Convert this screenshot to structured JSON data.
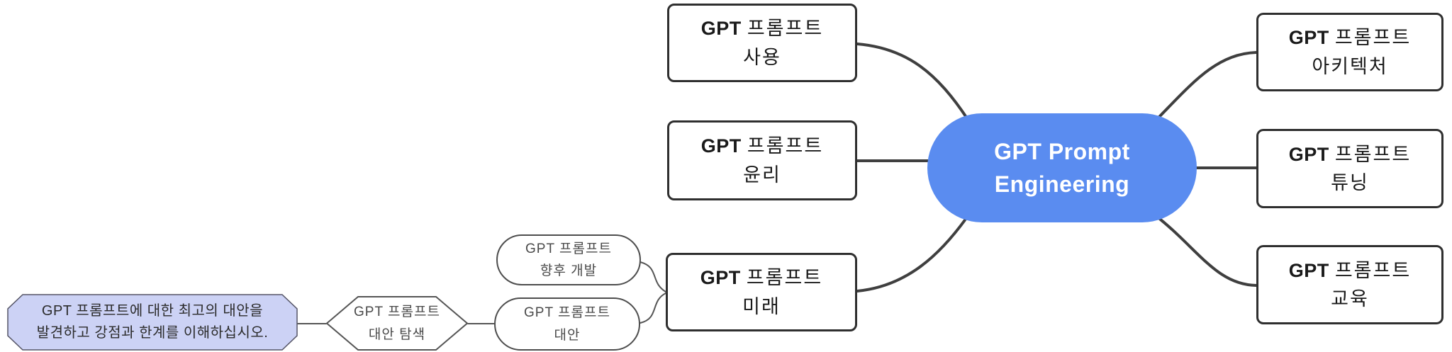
{
  "colors": {
    "center_fill": "#5a8cf0",
    "center_text": "#ffffff",
    "note_fill": "#ccd2f5",
    "edge_primary": "#3f3f3f",
    "edge_secondary": "#555555",
    "box_border": "#2f2f2f",
    "small_border": "#4d4d4d"
  },
  "center": {
    "line1": "GPT Prompt",
    "line2": "Engineering"
  },
  "branches": {
    "usage": {
      "gpt": "GPT",
      "topic": "프롬프트",
      "label": "사용"
    },
    "ethics": {
      "gpt": "GPT",
      "topic": "프롬프트",
      "label": "윤리"
    },
    "future": {
      "gpt": "GPT",
      "topic": "프롬프트",
      "label": "미래"
    },
    "architecture": {
      "gpt": "GPT",
      "topic": "프롬프트",
      "label": "아키텍처"
    },
    "tuning": {
      "gpt": "GPT",
      "topic": "프롬프트",
      "label": "튜닝"
    },
    "education": {
      "gpt": "GPT",
      "topic": "프롬프트",
      "label": "교육"
    }
  },
  "subnodes": {
    "future_dev": {
      "line1": "GPT 프롬프트",
      "line2": "향후 개발"
    },
    "alternatives": {
      "line1": "GPT 프롬프트",
      "line2": "대안"
    },
    "explore": {
      "line1": "GPT 프롬프트",
      "line2": "대안 탐색"
    },
    "note": {
      "line1": "GPT 프롬프트에 대한 최고의 대안을",
      "line2": "발견하고 강점과 한계를 이해하십시오."
    }
  }
}
